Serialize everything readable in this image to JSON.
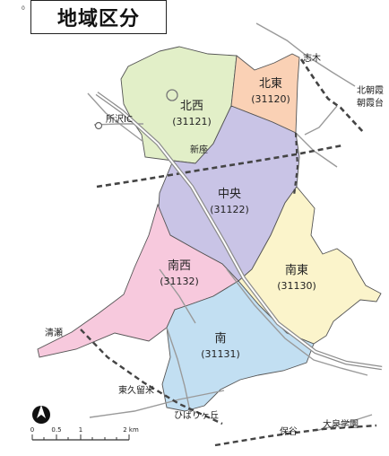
{
  "title": "地域区分",
  "corner_mark": "0",
  "districts": [
    {
      "key": "kitanishi",
      "name": "北西",
      "code": "(31121)",
      "color": "#e2efc8"
    },
    {
      "key": "kitahigashi",
      "name": "北東",
      "code": "(31120)",
      "color": "#fad1b5"
    },
    {
      "key": "chuo",
      "name": "中央",
      "code": "(31122)",
      "color": "#c9c4e6"
    },
    {
      "key": "minaminishi",
      "name": "南西",
      "code": "(31132)",
      "color": "#f7c9dd"
    },
    {
      "key": "minamihigashi",
      "name": "南東",
      "code": "(31130)",
      "color": "#fbf4cb"
    },
    {
      "key": "minami",
      "name": "南",
      "code": "(31131)",
      "color": "#c2dff2"
    }
  ],
  "places": {
    "shiki": "志木",
    "kita_asaka": "北朝霞",
    "asakadai": "朝霞台",
    "tokorozawa_ic": "所沢IC",
    "niiza": "新座",
    "kiyose": "清瀬",
    "higashikurume": "東久留米",
    "hibarigaoka": "ひばりヶ丘",
    "hoya": "保谷",
    "oizumi_gakuen": "大泉学園"
  },
  "scale": {
    "ticks": [
      "0",
      "0.5",
      "1",
      "2 km"
    ]
  }
}
